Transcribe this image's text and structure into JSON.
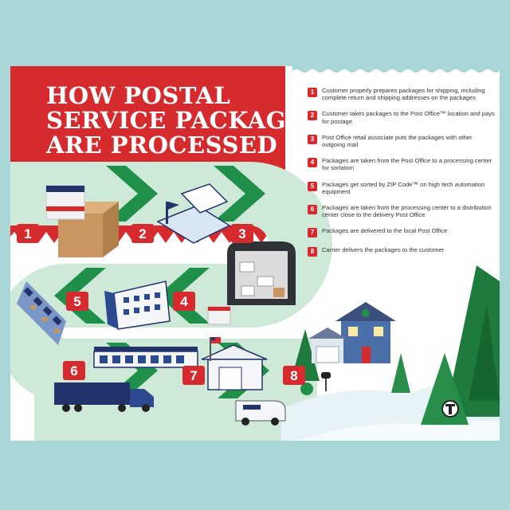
{
  "title_lines": [
    "HOW POSTAL",
    "SERVICE PACKAGES",
    "ARE PROCESSED"
  ],
  "steps": [
    {
      "num": "1",
      "text": "Customer properly prepares packages for shipping, including complete return and shipping addresses on the packages"
    },
    {
      "num": "2",
      "text": "Customer takes packages to the Post Office™ location and pays for postage"
    },
    {
      "num": "3",
      "text": "Post Office retail associate puts the packages with other outgoing mail"
    },
    {
      "num": "4",
      "text": "Packages are taken from the Post Office to a processing center for sortation"
    },
    {
      "num": "5",
      "text": "Packages get sorted by ZIP Code™ on high tech automation equipment"
    },
    {
      "num": "6",
      "text": "Packages are taken from the processing center to a distribution center close to the delivery Post Office"
    },
    {
      "num": "7",
      "text": "Packages are delivered to the local Post Office"
    },
    {
      "num": "8",
      "text": "Carrier delivers the packages to the customer"
    }
  ],
  "diagram_labels": [
    "1",
    "2",
    "3",
    "4",
    "5",
    "6",
    "7",
    "8"
  ],
  "colors": {
    "red": "#d52b2e",
    "green": "#1f8f4a",
    "mint": "#cfe9d9",
    "navy": "#22336b",
    "background": "#a9d6d6"
  },
  "icons": [
    "package-boxes-icon",
    "post-office-icon",
    "mail-van-interior-icon",
    "processing-center-icon",
    "sorting-machine-icon",
    "distribution-center-icon",
    "semi-truck-icon",
    "local-post-office-icon",
    "delivery-truck-icon",
    "house-icon",
    "mailbox-icon",
    "pine-tree-icon",
    "publisher-logo-icon"
  ]
}
